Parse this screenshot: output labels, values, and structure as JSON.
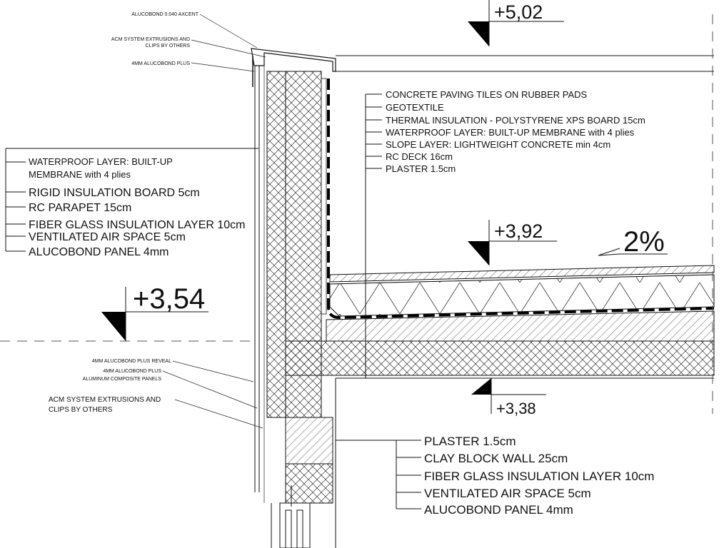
{
  "callouts_top_left": [
    "ALUCOBOND 0.040 AXCENT",
    "ACM SYSTEM EXTRUSIONS AND",
    "CLIPS BY OTHERS",
    "4MM ALUCOBOND PLUS"
  ],
  "callouts_mid_left": [
    "4MM ALUCOBOND PLUS REVEAL",
    "4MM ALUCOBOND PLUS",
    "ALUMINUM COMPOSITE PANELS",
    "ACM SYSTEM EXTRUSIONS AND",
    "CLIPS BY OTHERS"
  ],
  "parapet_layers": [
    "WATERPROOF LAYER: BUILT-UP",
    "MEMBRANE with 4 plies",
    "RIGID INSULATION BOARD 5cm",
    "RC PARAPET 15cm",
    "FIBER GLASS INSULATION LAYER 10cm",
    "VENTILATED AIR SPACE 5cm",
    "ALUCOBOND PANEL 4mm"
  ],
  "roof_layers": [
    "CONCRETE PAVING TILES ON RUBBER PADS",
    "GEOTEXTILE",
    "THERMAL INSULATION - POLYSTYRENE XPS BOARD 15cm",
    "WATERPROOF LAYER: BUILT-UP MEMBRANE with 4 plies",
    "SLOPE LAYER: LIGHTWEIGHT CONCRETE min 4cm",
    "RC DECK 16cm",
    "PLASTER 1.5cm"
  ],
  "wall_layers": [
    "PLASTER 1.5cm",
    "CLAY BLOCK WALL 25cm",
    "FIBER GLASS INSULATION LAYER 10cm",
    "VENTILATED AIR SPACE 5cm",
    "ALUCOBOND PANEL 4mm"
  ],
  "levels": {
    "top": "+5,02",
    "roof": "+3,92",
    "parapet_ext": "+3,54",
    "ceiling": "+3,38"
  },
  "slope": "2%"
}
